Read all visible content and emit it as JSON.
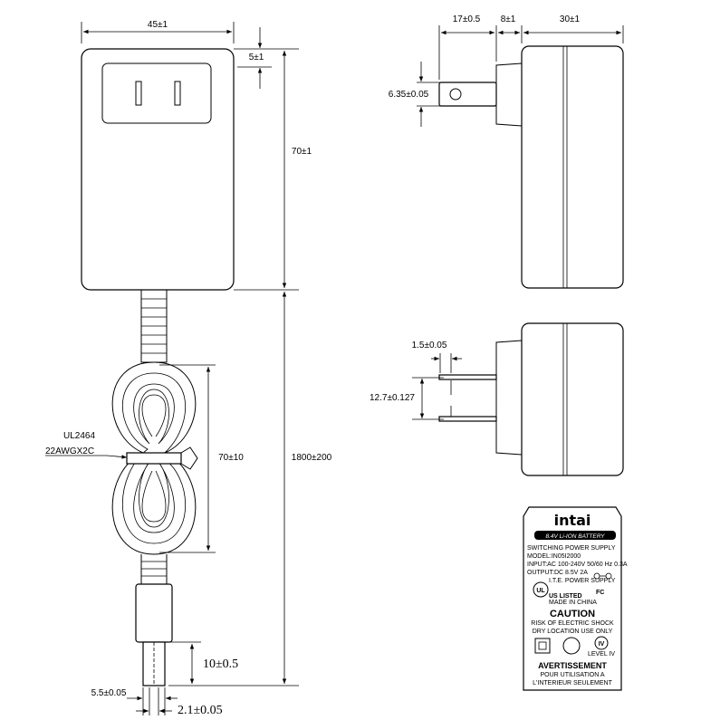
{
  "dimensions": {
    "adapter_width": "45±1",
    "face_offset": "5±1",
    "adapter_height": "70±1",
    "cable_length": "1800±200",
    "coil_length": "70±10",
    "plug_length": "10±0.5",
    "plug_outer_dia": "5.5±0.05",
    "plug_inner_dia": "2.1±0.05",
    "prong_length": "17±0.5",
    "base_depth": "8±1",
    "body_depth": "30±1",
    "prong_width": "6.35±0.05",
    "prong_thickness": "1.5±0.05",
    "prong_spacing": "12.7±0.127"
  },
  "cable_spec": {
    "line1": "UL2464",
    "line2": "22AWGX2C"
  },
  "label_plate": {
    "brand": "intai",
    "banner": "8.4V Li-ION BATTERY",
    "line1": "SWITCHING POWER SUPPLY",
    "line2": "MODEL:IN05I2000",
    "line3": "INPUT:AC 100-240V 50/60 Hz 0.3A",
    "line4": "OUTPUT:DC 8.5V 2A",
    "ite_text": "I.T.E. POWER SUPPLY",
    "ul_listed": "US LISTED",
    "made_in": "MADE IN CHINA",
    "fcc": "FC",
    "caution_title": "CAUTION",
    "caution1": "RISK OF ELECTRIC SHOCK",
    "caution2": "DRY LOCATION USE ONLY",
    "level": "IV",
    "level_sub": "LEVEL IV",
    "avert_title": "AVERTISSEMENT",
    "avert1": "POUR UTILISATION A",
    "avert2": "L'INTERIEUR SEULEMENT"
  }
}
